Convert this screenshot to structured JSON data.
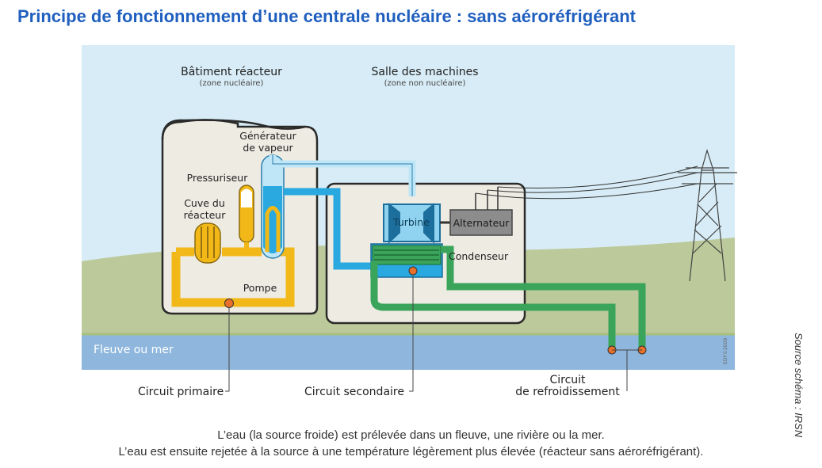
{
  "title": "Principe de fonctionnement d’une centrale nucléaire : sans aéroréfrigérant",
  "diagram": {
    "reactor_building": {
      "label": "Bâtiment réacteur",
      "sublabel": "(zone nucléaire)"
    },
    "machine_room": {
      "label": "Salle des machines",
      "sublabel": "(zone non nucléaire)"
    },
    "components": {
      "generator_line1": "Générateur",
      "generator_line2": "de vapeur",
      "pressurizer": "Pressuriseur",
      "vessel_line1": "Cuve du",
      "vessel_line2": "réacteur",
      "pump": "Pompe",
      "turbine": "Turbine",
      "alternator": "Alternateur",
      "condenser": "Condenseur"
    },
    "water": "Fleuve ou mer",
    "credit": "EDF©2009",
    "circuits": {
      "primary": "Circuit primaire",
      "secondary": "Circuit secondaire",
      "cooling_line1": "Circuit",
      "cooling_line2": "de refroidissement"
    }
  },
  "caption": {
    "line1": "L’eau (la source froide) est prélevée dans un fleuve, une rivière ou la mer.",
    "line2": "L’eau est ensuite rejetée à la source à une température légèrement plus élevée (réacteur sans aéroréfrigérant)."
  },
  "source": "Source schéma : IRSN",
  "colors": {
    "title": "#1f5fbf",
    "sky": "#d7ecf6",
    "grass": "#bcc99a",
    "water": "#8fb7dd",
    "building": "#eeebe3",
    "primary_circuit": "#f2b817",
    "secondary_circuit": "#29a9e0",
    "cooling_circuit": "#3aa55a",
    "pump_dot": "#e8702a"
  }
}
